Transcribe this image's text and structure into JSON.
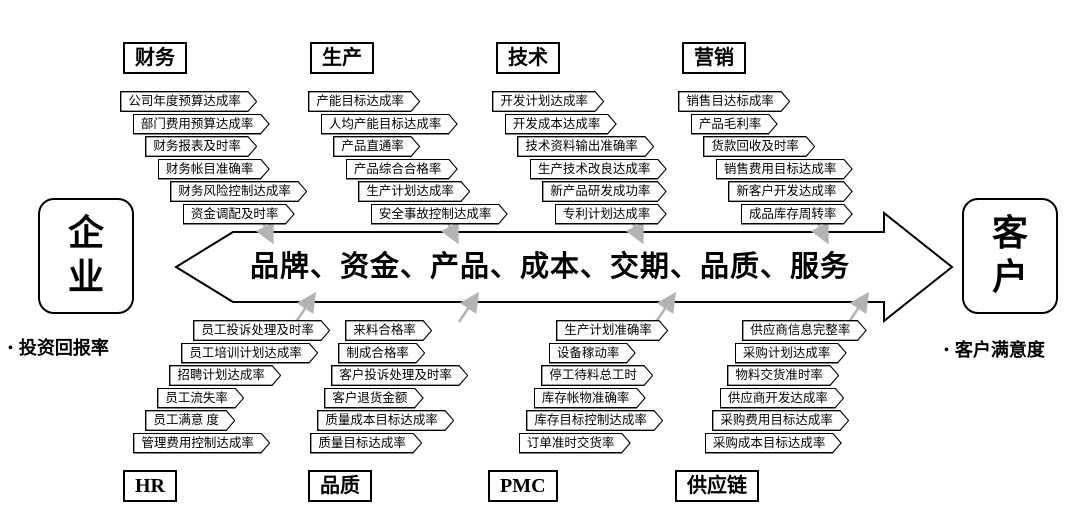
{
  "title": "企业-客户 KPI 鱼骨图",
  "colors": {
    "ink": "#000000",
    "background": "#ffffff",
    "connector_gray": "#b3b3b3"
  },
  "center": {
    "arrow_text": "品牌、资金、产品、成本、交期、品质、服务",
    "left_entity": {
      "label": "企业",
      "bullet": "•",
      "metric": "投资回报率"
    },
    "right_entity": {
      "label": "客户",
      "bullet": "•",
      "metric": "客户满意度"
    }
  },
  "top_groups": [
    {
      "name": "财务",
      "items": [
        "公司年度预算达成率",
        "部门费用预算达成率",
        "财务报表及时率",
        "财务帐目准确率",
        "财务风险控制达成率",
        "资金调配及时率"
      ]
    },
    {
      "name": "生产",
      "items": [
        "产能目标达成率",
        "人均产能目标达成率",
        "产品直通率",
        "产品综合合格率",
        "生产计划达成率",
        "安全事故控制达成率"
      ]
    },
    {
      "name": "技术",
      "items": [
        "开发计划达成率",
        "开发成本达成率",
        "技术资料输出准确率",
        "生产技术改良达成率",
        "新产品研发成功率",
        "专利计划达成率"
      ]
    },
    {
      "name": "营销",
      "items": [
        "销售目达标成率",
        "产品毛利率",
        "货款回收及时率",
        "销售费用目标达成率",
        "新客户开发达成率",
        "成品库存周转率"
      ]
    }
  ],
  "bottom_groups": [
    {
      "name": "HR",
      "items": [
        "员工投诉处理及时率",
        "员工培训计划达成率",
        "招聘计划达成率",
        "员工流失率",
        "员工满意 度",
        "管理费用控制达成率"
      ]
    },
    {
      "name": "品质",
      "items": [
        "来料合格率",
        "制成合格率",
        "客户投诉处理及时率",
        "客户退货金额",
        "质量成本目标达成率",
        "质量目标达成率"
      ]
    },
    {
      "name": "PMC",
      "items": [
        "生产计划准确率",
        "设备稼动率",
        "停工待料总工时",
        "库存帐物准确率",
        "库存目标控制达成率",
        "订单准时交货率"
      ]
    },
    {
      "name": "供应链",
      "items": [
        "供应商信息完整率",
        "采购计划达成率",
        "物料交货准时率",
        "供应商开发达成率",
        "采购费用目标达成率",
        "采购成本目标达成率"
      ]
    }
  ]
}
